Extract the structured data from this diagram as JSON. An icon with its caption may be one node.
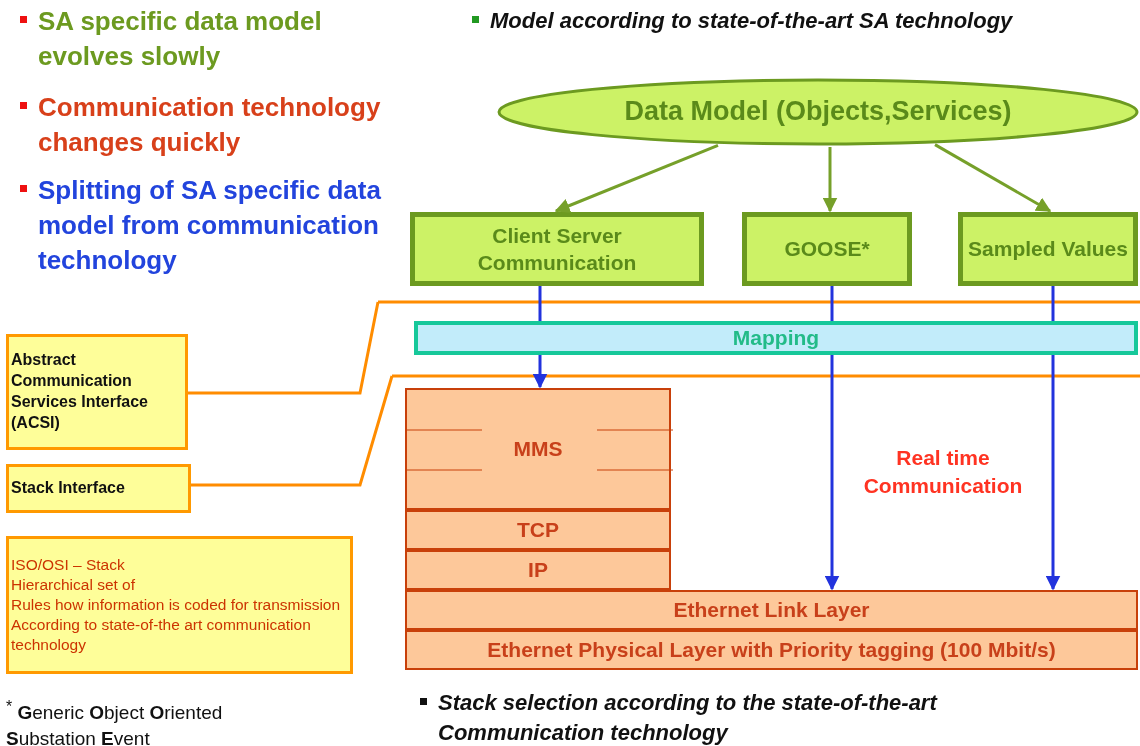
{
  "diagram": {
    "nodes": [
      {
        "text": [
          "Data Model (Objects,Services)"
        ]
      },
      {
        "text": [
          "Client Server Communication"
        ]
      },
      {
        "text": [
          "GOOSE*"
        ]
      },
      {
        "text": [
          "Sampled Values"
        ]
      },
      {
        "text": [
          "Mapping"
        ]
      },
      {
        "text": [
          "MMS"
        ]
      },
      {
        "text": [
          "TCP"
        ]
      },
      {
        "text": [
          "IP"
        ]
      },
      {
        "text": [
          "Ethernet Link Layer"
        ]
      },
      {
        "text": [
          "Ethernet Physical Layer with Priority tagging (100 Mbit/s)"
        ]
      },
      {
        "text": [
          "Abstract Communication Services Interface (ACSI)"
        ]
      },
      {
        "text": [
          "Stack Interface"
        ]
      },
      {
        "text": [
          "ISO/OSI – Stack",
          "Hierarchical set of",
          "Rules how information is coded for transmission",
          "According to state-of-the art communication technology"
        ]
      }
    ],
    "edges": [
      {
        "from": 0,
        "to": 1,
        "arrow": "to",
        "color": "#76a02a"
      },
      {
        "from": 0,
        "to": 2,
        "arrow": "to",
        "color": "#76a02a"
      },
      {
        "from": 0,
        "to": 3,
        "arrow": "to",
        "color": "#76a02a"
      },
      {
        "from": 1,
        "to": 4,
        "arrow": "none"
      },
      {
        "from": 4,
        "to": 5,
        "arrow": "to"
      },
      {
        "from": 2,
        "to": 4,
        "arrow": "none"
      },
      {
        "from": 4,
        "to": 8,
        "arrow": "to"
      },
      {
        "from": 3,
        "to": 4,
        "arrow": "none"
      },
      {
        "from": 4,
        "to": 8,
        "arrow": "to"
      },
      {
        "from": 10,
        "to": null,
        "arrow": "none",
        "color": "#ff8c00"
      },
      {
        "from": 11,
        "to": null,
        "arrow": "none",
        "color": "#ff8c00"
      }
    ],
    "labels": [
      "SA specific data model evolves slowly",
      "Communication technology changes quickly",
      "Splitting of SA specific data model from communication technology",
      "Model according to state-of-the-art SA technology",
      "Real time Communication",
      "Stack selection according to the state-of-the-art Communication technology",
      "$^{*}$ **G**eneric **O**bject **O**riented **S**ubstation **E**vent"
    ]
  }
}
